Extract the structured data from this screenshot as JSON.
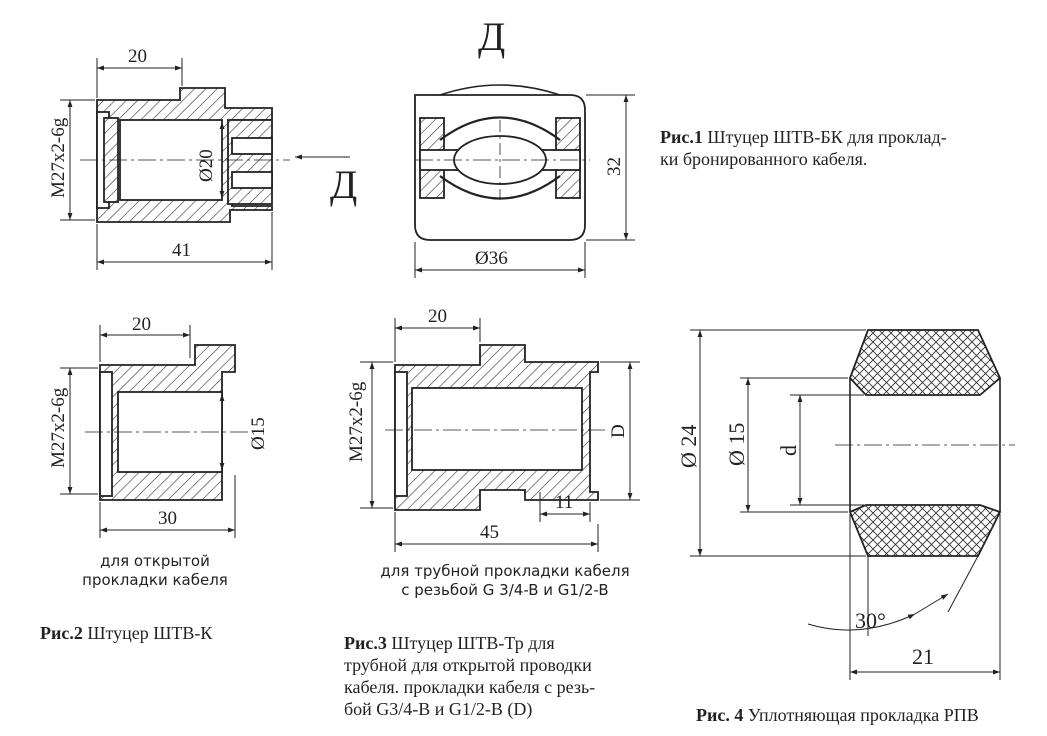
{
  "fig1": {
    "label_top": "Д",
    "label_side": "Д",
    "dim_20": "20",
    "dim_thread": "M27x2-6g",
    "dim_d20": "Ø20",
    "dim_41": "41",
    "dim_32": "32",
    "dim_d36": "Ø36",
    "caption_num": "Рис.1",
    "caption_line1": "Штуцер ШТВ-БК для проклад-",
    "caption_line2": "ки бронированного кабеля."
  },
  "fig2": {
    "dim_20": "20",
    "dim_thread": "M27x2-6g",
    "dim_d15": "Ø15",
    "dim_30": "30",
    "note_line1": "для открытой",
    "note_line2": "прокладки кабеля",
    "caption_num": "Рис.2",
    "caption_text": "Штуцер ШТВ-К"
  },
  "fig3": {
    "dim_20": "20",
    "dim_thread": "M27x2-6g",
    "dim_D": "D",
    "dim_11": "11",
    "dim_45": "45",
    "note_line1": "для трубной прокладки кабеля",
    "note_line2": "с резьбой G 3/4-B и G1/2-B",
    "caption_num": "Рис.3",
    "caption_line1": "Штуцер ШТВ-Тр для",
    "caption_line2": "трубной для открытой проводки",
    "caption_line3": "кабеля. прокладки кабеля с резь-",
    "caption_line4": "бой G3/4-B и   G1/2-B (D)"
  },
  "fig4": {
    "dim_d24": "Ø 24",
    "dim_d15": "Ø 15",
    "dim_d": "d",
    "dim_30deg": "30°",
    "dim_21": "21",
    "caption_num": "Рис. 4",
    "caption_text": "Уплотняющая прокладка РПВ"
  }
}
